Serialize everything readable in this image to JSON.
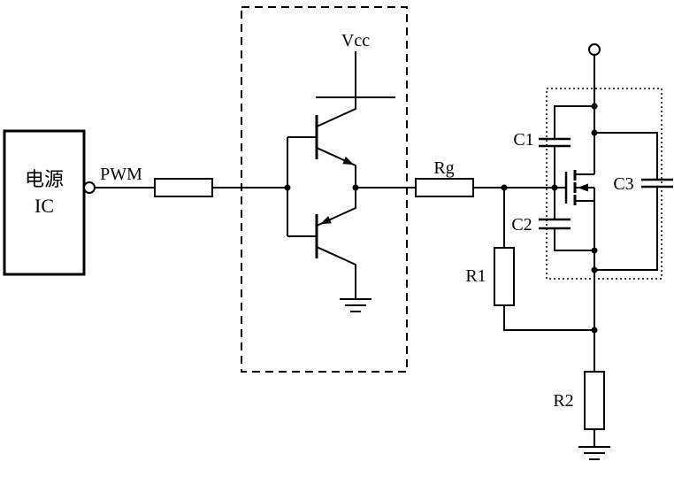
{
  "diagram": {
    "type": "circuit-schematic",
    "description": "MOSFET gate drive circuit: power IC PWM output driving a totem-pole transistor stage into a MOSFET with parasitic capacitances",
    "background_color": "#ffffff",
    "line_color": "#000000",
    "labels": {
      "power_ic_line1": "电源",
      "power_ic_line2": "IC",
      "pwm_signal": "PWM",
      "vcc": "Vcc",
      "gate_resistor": "Rg",
      "cap_c1": "C1",
      "cap_c2": "C2",
      "cap_c3": "C3",
      "resistor_r1": "R1",
      "resistor_r2": "R2"
    }
  }
}
